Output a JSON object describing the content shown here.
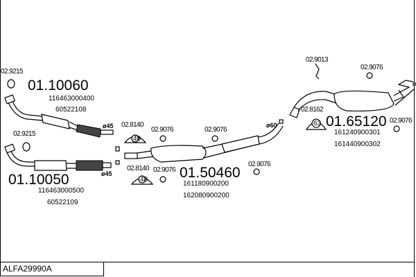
{
  "reference": "ALFA29990A",
  "parts": [
    {
      "number": "01.10060",
      "oe": [
        "116463000400",
        "60522108"
      ]
    },
    {
      "number": "01.10050",
      "oe": [
        "116463000500",
        "60522109"
      ]
    },
    {
      "number": "01.50460",
      "oe": [
        "161180900200",
        "162080900200"
      ]
    },
    {
      "number": "01.65120",
      "oe": [
        "161240900301",
        "161440900302"
      ]
    }
  ],
  "accessories": {
    "gasket_a": "02.9215",
    "gasket_b": "02.9215",
    "clamp_a": "02.8140",
    "clamp_b": "02.8140",
    "clamp_a_size": "48",
    "clamp_b_size": "48",
    "clamp_c": "02.8162",
    "clamp_c_size": "63",
    "hanger_1": "02.9076",
    "hanger_2": "02.9076",
    "hanger_3": "02.9076",
    "hanger_4": "02.9076",
    "hanger_5": "02.9076",
    "hanger_6": "02.9076",
    "bracket": "02.9013"
  },
  "diameters": {
    "d1": "ø45",
    "d2": "ø45",
    "d3": "ø60"
  }
}
